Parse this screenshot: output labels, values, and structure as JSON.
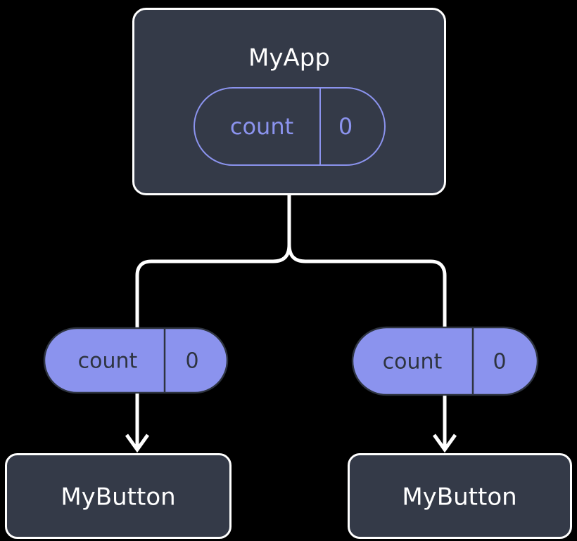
{
  "diagram": {
    "type": "component-state-tree",
    "background_color": "#000000",
    "colors": {
      "node_fill": "#343a48",
      "node_border": "#ffffff",
      "node_label": "#ffffff",
      "accent_purple": "#8b93ee",
      "pill_text_dark": "#2e3440",
      "connector": "#ffffff"
    },
    "root": {
      "label": "MyApp",
      "state_pill": {
        "key": "count",
        "value": "0",
        "style": "outlined"
      }
    },
    "branches": [
      {
        "id": "left",
        "prop_pill": {
          "key": "count",
          "value": "0",
          "style": "filled"
        },
        "child": {
          "label": "MyButton"
        }
      },
      {
        "id": "right",
        "prop_pill": {
          "key": "count",
          "value": "0",
          "style": "filled"
        },
        "child": {
          "label": "MyButton"
        }
      }
    ]
  }
}
